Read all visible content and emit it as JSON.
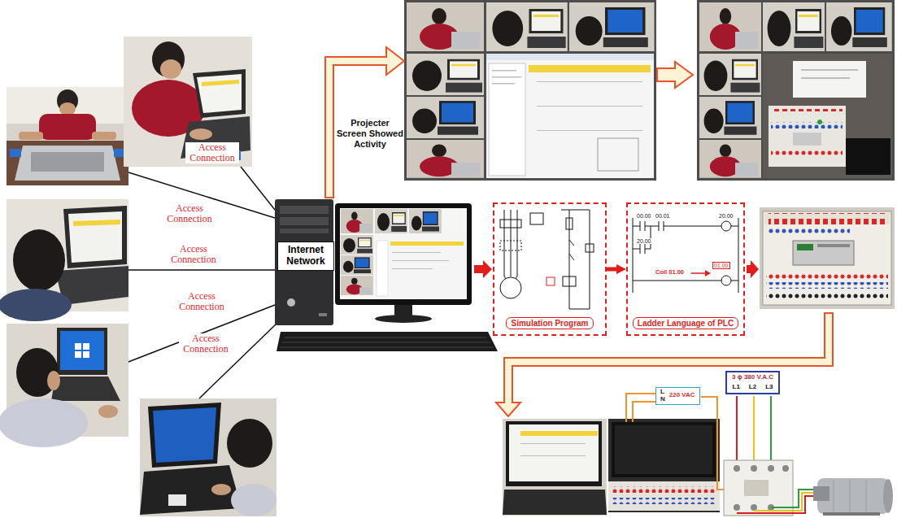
{
  "diagram": {
    "nodes": [
      {
        "text": [
          "Internet Network"
        ]
      },
      {
        "text": [
          "Simulation Program"
        ]
      },
      {
        "text": [
          "Ladder Language of PLC"
        ]
      },
      {
        "text": [
          "L",
          "N",
          "220 VAC"
        ]
      },
      {
        "text": [
          "3 ϕ 380 V.A.C",
          "L1",
          "L2",
          "L3"
        ]
      }
    ],
    "edges": [
      {
        "from": 1,
        "to": 2,
        "arrow": "to"
      }
    ],
    "labels": [
      "Access Connection",
      "Access Connection",
      "Access Connection",
      "Access Connection",
      "Access Connection",
      "Projecter Screen Showed Activity",
      "00.00",
      "00.01",
      "20.00",
      "20.00",
      "Coil 01.00",
      "01.00"
    ]
  }
}
